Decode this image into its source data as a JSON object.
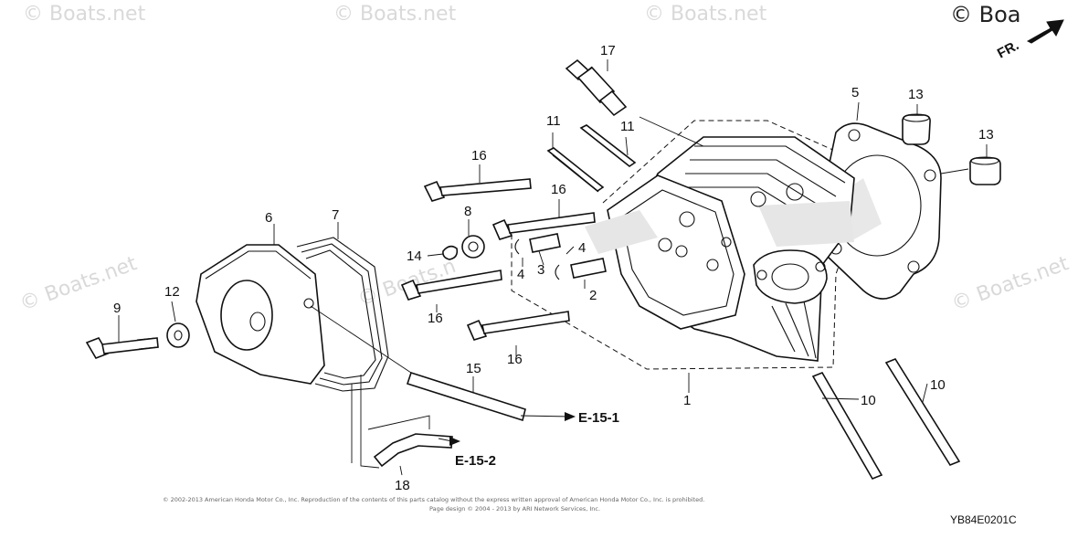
{
  "watermarks": {
    "boats_net": "© Boats.net",
    "boats_partial": "© Boats.n",
    "corner": "© Boa"
  },
  "front_indicator": {
    "label": "FR."
  },
  "callouts": {
    "p1": "1",
    "p2": "2",
    "p3": "3",
    "p4a": "4",
    "p4b": "4",
    "p5": "5",
    "p6": "6",
    "p7": "7",
    "p8": "8",
    "p9": "9",
    "p10a": "10",
    "p10b": "10",
    "p11a": "11",
    "p11b": "11",
    "p12": "12",
    "p13a": "13",
    "p13b": "13",
    "p14": "14",
    "p15": "15",
    "p16a": "16",
    "p16b": "16",
    "p16c": "16",
    "p16d": "16",
    "p17": "17",
    "p18": "18"
  },
  "references": {
    "e15_1": "E-15-1",
    "e15_2": "E-15-2"
  },
  "copyright": {
    "line1": "© 2002-2013 American Honda Motor Co., Inc. Reproduction of the contents of this parts catalog without the express written approval of American Honda Motor Co., Inc. is prohibited.",
    "line2": "Page design © 2004 - 2013 by ARI Network Services, Inc."
  },
  "diagram_code": "YB84E0201C",
  "colors": {
    "line": "#111111",
    "watermark": "#d9d9d9",
    "shade": "#e6e6e6"
  }
}
